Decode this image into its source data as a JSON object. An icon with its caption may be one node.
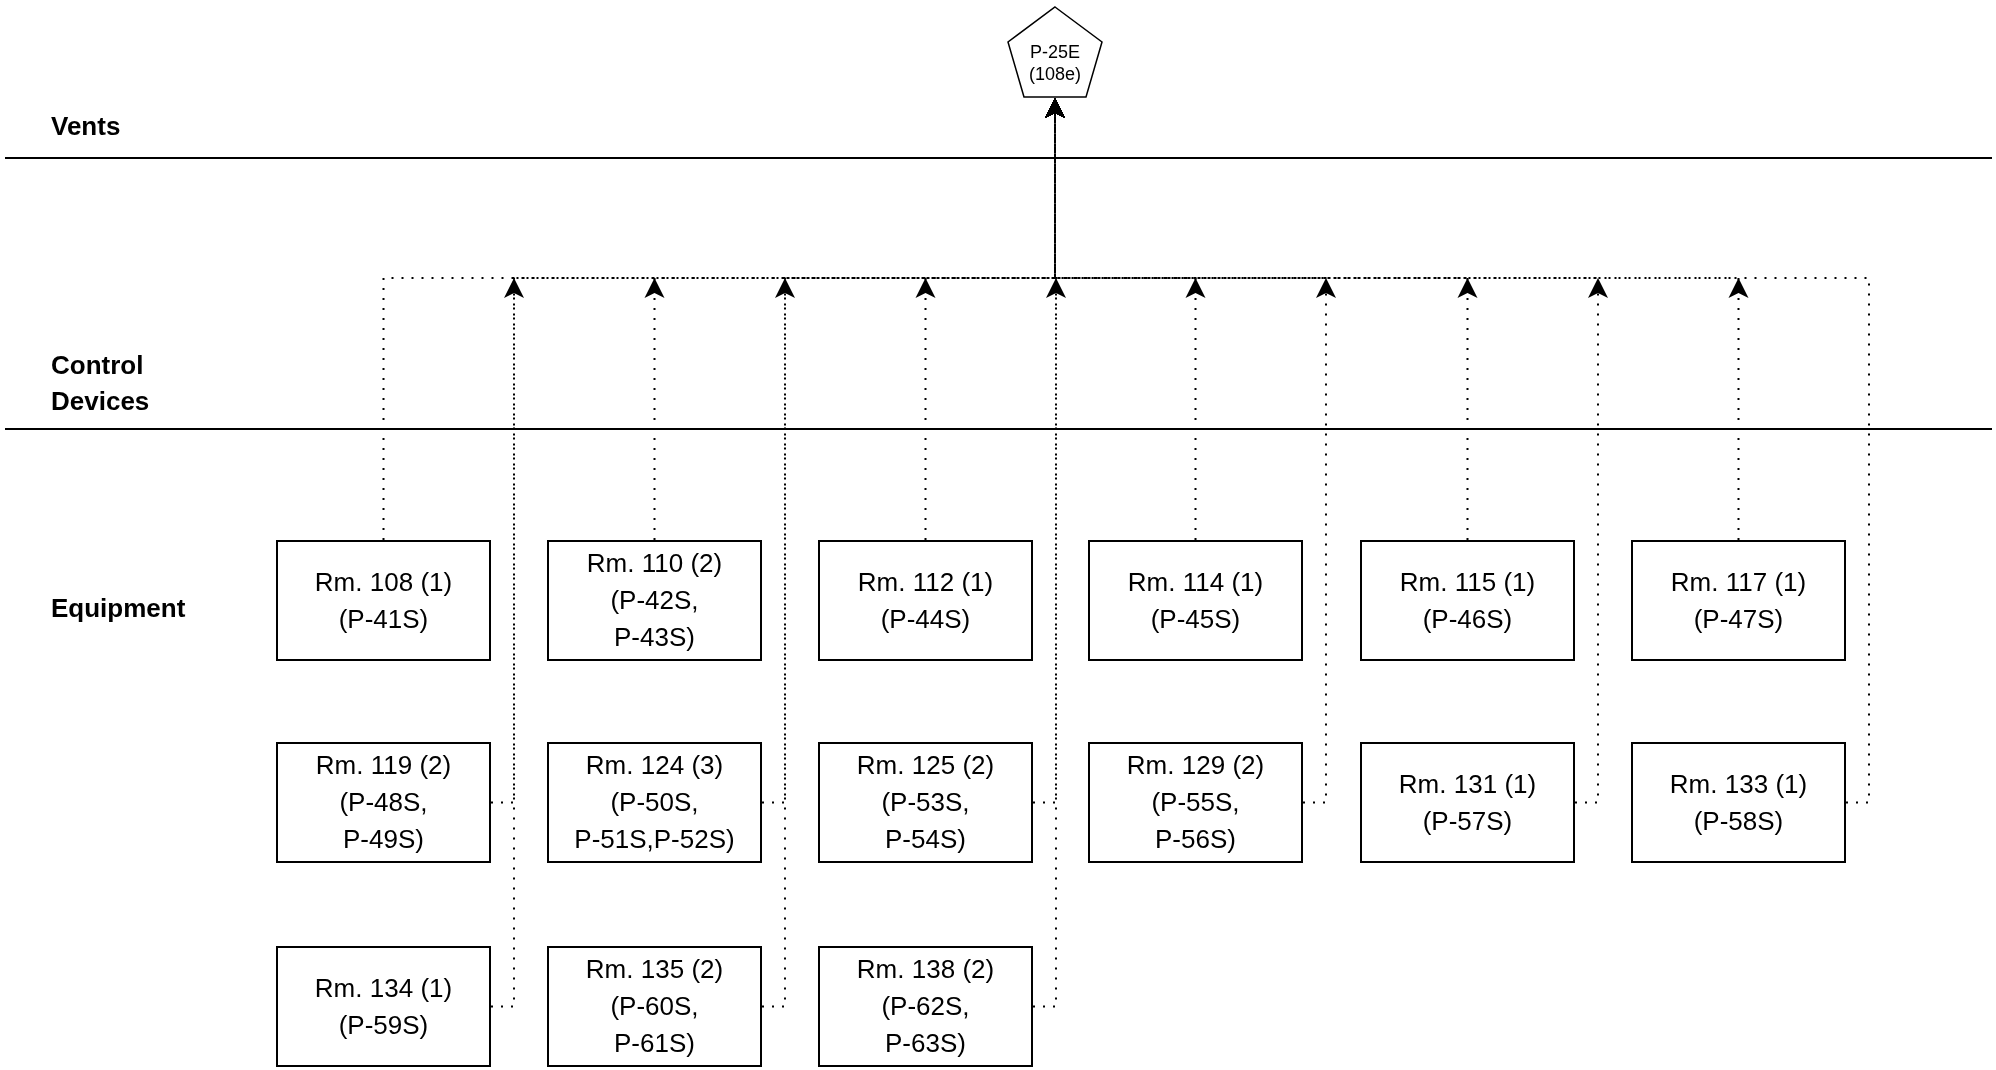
{
  "diagram": {
    "nodes": [
      {
        "text": [
          "P-25E (108e)"
        ]
      },
      {
        "text": [
          "Rm. 108 (1) (P-41S)"
        ]
      },
      {
        "text": [
          "Rm. 110 (2) (P-42S, P-43S)"
        ]
      },
      {
        "text": [
          "Rm. 112 (1) (P-44S)"
        ]
      },
      {
        "text": [
          "Rm. 114 (1) (P-45S)"
        ]
      },
      {
        "text": [
          "Rm. 115 (1) (P-46S)"
        ]
      },
      {
        "text": [
          "Rm. 117 (1) (P-47S)"
        ]
      },
      {
        "text": [
          "Rm. 119 (2) (P-48S, P-49S)"
        ]
      },
      {
        "text": [
          "Rm. 124 (3) (P-50S, P-51S,P-52S)"
        ]
      },
      {
        "text": [
          "Rm. 125 (2) (P-53S, P-54S)"
        ]
      },
      {
        "text": [
          "Rm. 129 (2) (P-55S, P-56S)"
        ]
      },
      {
        "text": [
          "Rm. 131 (1) (P-57S)"
        ]
      },
      {
        "text": [
          "Rm. 133 (1) (P-58S)"
        ]
      },
      {
        "text": [
          "Rm. 134 (1) (P-59S)"
        ]
      },
      {
        "text": [
          "Rm. 135 (2) (P-60S, P-61S)"
        ]
      },
      {
        "text": [
          "Rm. 138 (2) (P-62S, P-63S)"
        ]
      }
    ],
    "edges": [
      {
        "from": 1,
        "to": 0,
        "arrow": "to"
      },
      {
        "from": 2,
        "to": 0,
        "arrow": "to"
      },
      {
        "from": 3,
        "to": 0,
        "arrow": "to"
      },
      {
        "from": 4,
        "to": 0,
        "arrow": "to"
      },
      {
        "from": 5,
        "to": 0,
        "arrow": "to"
      },
      {
        "from": 6,
        "to": 0,
        "arrow": "to"
      },
      {
        "from": 7,
        "to": 0,
        "arrow": "to"
      },
      {
        "from": 8,
        "to": 0,
        "arrow": "to"
      },
      {
        "from": 9,
        "to": 0,
        "arrow": "to"
      },
      {
        "from": 10,
        "to": 0,
        "arrow": "to"
      },
      {
        "from": 11,
        "to": 0,
        "arrow": "to"
      },
      {
        "from": 12,
        "to": 0,
        "arrow": "to"
      },
      {
        "from": 13,
        "to": 0,
        "arrow": "to"
      },
      {
        "from": 14,
        "to": 0,
        "arrow": "to"
      },
      {
        "from": 15,
        "to": 0,
        "arrow": "to"
      }
    ],
    "labels": [
      "Vents",
      "Control Devices",
      "Equipment"
    ]
  }
}
